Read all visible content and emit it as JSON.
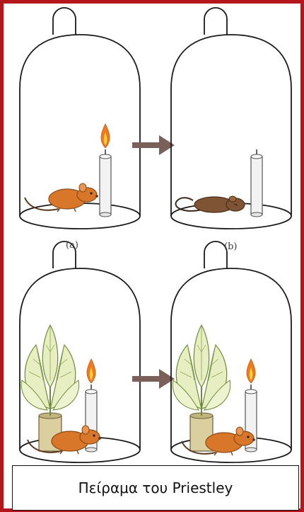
{
  "panels": [
    {
      "label": "(a)",
      "state": "mouse alive, candle lit"
    },
    {
      "label": "(b)",
      "state": "mouse dead, candle out"
    },
    {
      "label": "",
      "state": "plant, mouse alive, candle lit"
    },
    {
      "label": "",
      "state": "plant, mouse alive, candle lit"
    }
  ],
  "caption": "Πείραμα του Priestley",
  "colors": {
    "frame": "#b3161b",
    "arrow": "#7a6058",
    "mouse_alive": "#d8772a",
    "mouse_dead": "#7e5434",
    "flame": "#f07a1c",
    "leaf": "#e7eec1",
    "pot": "#dccf9f"
  },
  "icons": [
    "bell-jar-icon",
    "mouse-icon",
    "candle-icon",
    "plant-icon",
    "arrow-right-icon"
  ]
}
